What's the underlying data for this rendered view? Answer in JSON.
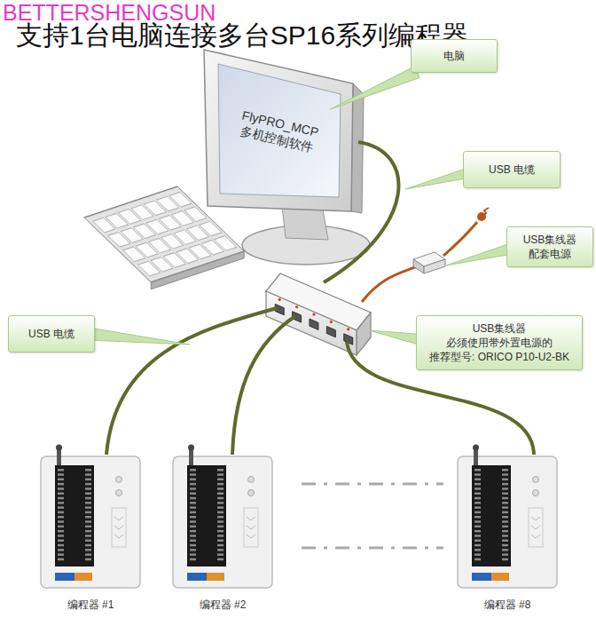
{
  "diagram": {
    "title": "支持1台电脑连接多台SP16系列编程器",
    "nodes": [
      {
        "text": [
          "FlyPRO_MCP 多机控制软件"
        ]
      },
      {
        "text": [
          "电脑"
        ]
      },
      {
        "text": [
          "USB 电缆"
        ]
      },
      {
        "text": [
          "USB集线器 配套电源"
        ]
      },
      {
        "text": [
          "USB集线器 必须使用带外置电源的 推荐型号: ORICO P10-U2-BK"
        ]
      },
      {
        "text": [
          "USB 电缆"
        ]
      },
      {
        "text": [
          "编程器 #1"
        ]
      },
      {
        "text": [
          "编程器 #2"
        ]
      },
      {
        "text": [
          "编程器 #8"
        ]
      }
    ],
    "edges": [
      {
        "from": 1,
        "to": 0,
        "arrow": "none"
      }
    ],
    "labels": [
      "BETTERSHENGSUN"
    ]
  }
}
